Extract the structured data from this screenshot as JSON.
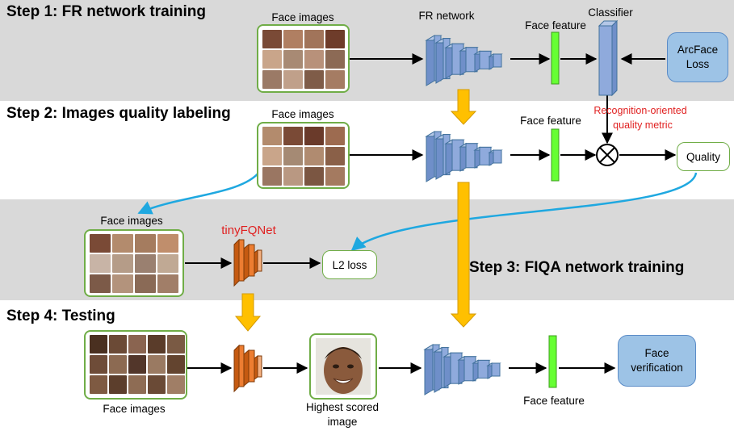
{
  "steps": {
    "step1": "Step 1: FR network training",
    "step2": "Step 2: Images quality labeling",
    "step3": "Step 3: FIQA network training",
    "step4": "Step 4: Testing"
  },
  "labels": {
    "face_images": "Face images",
    "fr_network": "FR network",
    "face_feature": "Face feature",
    "classifier": "Classifier",
    "arcface_loss": "ArcFace\nLoss",
    "quality_metric_line1": "Recognition-oriented",
    "quality_metric_line2": "quality metric",
    "quality": "Quality",
    "tinyfqnet": "tinyFQNet",
    "l2_loss": "L2 loss",
    "highest_scored_line1": "Highest scored",
    "highest_scored_line2": "image",
    "face_verification": "Face\nverification"
  },
  "colors": {
    "band": "#d9d9d9",
    "image_border": "#70ad47",
    "network_blue": "#8faadc",
    "network_orange": "#c55a11",
    "feature_green": "#66ff33",
    "loss_box": "#9dc3e6",
    "arrow_orange": "#ffc000",
    "arrow_cyan": "#1fa8e0",
    "highlight_red": "#e02020"
  }
}
